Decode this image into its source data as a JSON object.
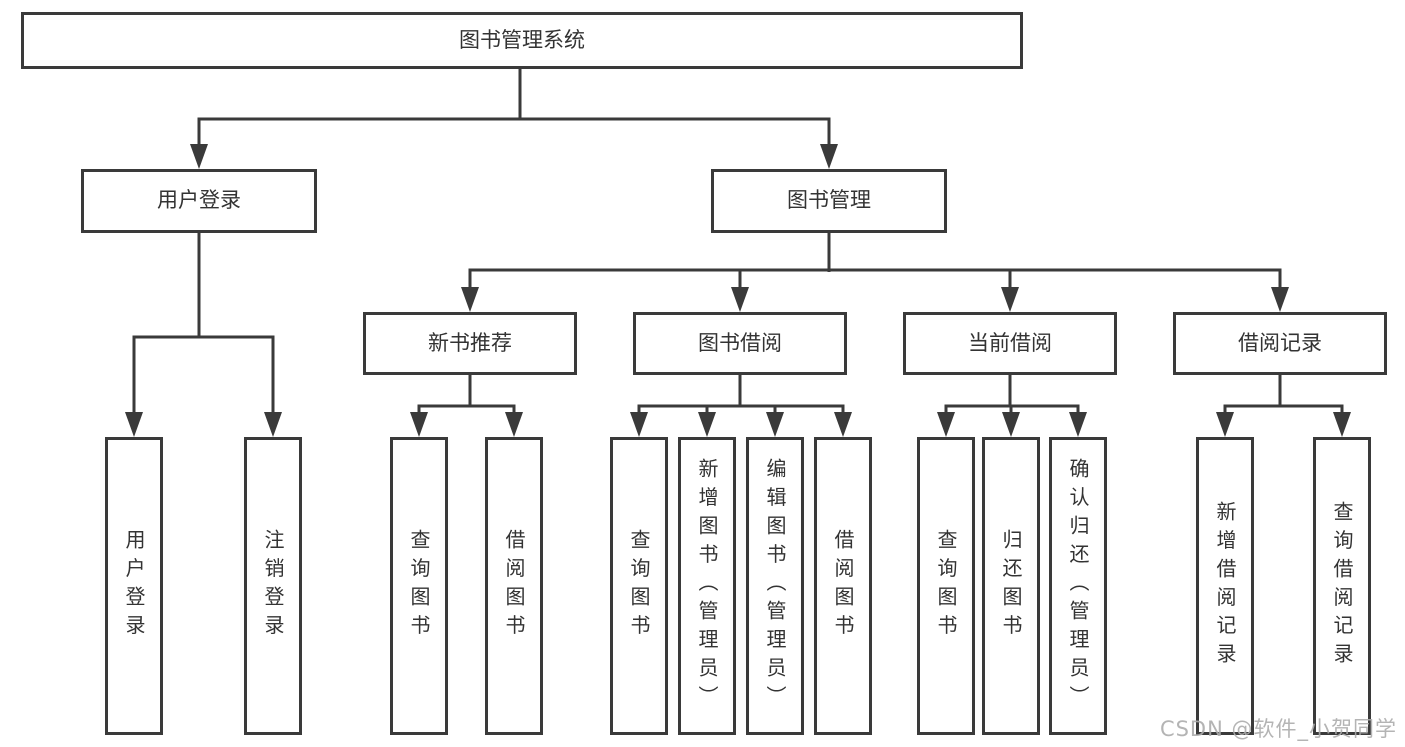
{
  "tree": {
    "root": {
      "label": "图书管理系统"
    },
    "branches": [
      {
        "label": "用户登录",
        "children": [
          {
            "label": "用户登录"
          },
          {
            "label": "注销登录"
          }
        ]
      },
      {
        "label": "图书管理",
        "children": [
          {
            "label": "新书推荐",
            "children": [
              {
                "label": "查询图书"
              },
              {
                "label": "借阅图书"
              }
            ]
          },
          {
            "label": "图书借阅",
            "children": [
              {
                "label": "查询图书"
              },
              {
                "label": "新增图书（管理员）"
              },
              {
                "label": "编辑图书（管理员）"
              },
              {
                "label": "借阅图书"
              }
            ]
          },
          {
            "label": "当前借阅",
            "children": [
              {
                "label": "查询图书"
              },
              {
                "label": "归还图书"
              },
              {
                "label": "确认归还（管理员）"
              }
            ]
          },
          {
            "label": "借阅记录",
            "children": [
              {
                "label": "新增借阅记录"
              },
              {
                "label": "查询借阅记录"
              }
            ]
          }
        ]
      }
    ]
  },
  "watermark": "CSDN @软件_小贺同学",
  "colors": {
    "line": "#3a3a3a",
    "text": "#333333",
    "watermark": "#acacac"
  }
}
